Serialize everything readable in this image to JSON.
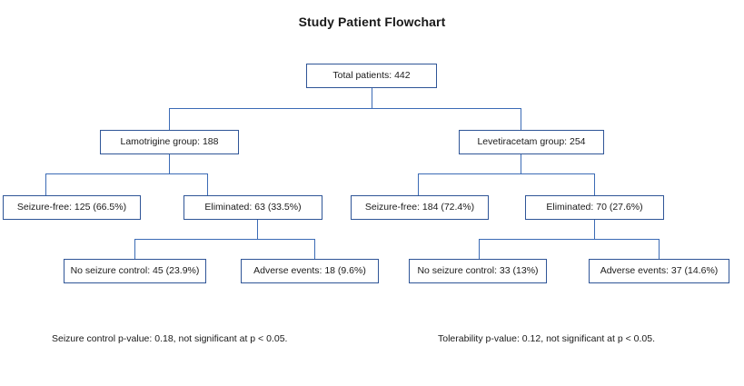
{
  "chart_data": {
    "type": "diagram",
    "title": "Study Patient Flowchart",
    "levels": [
      [
        "Total patients: 442"
      ],
      [
        "Lamotrigine group: 188",
        "Levetiracetam group: 254"
      ],
      [
        "Seizure-free: 125 (66.5%)",
        "Eliminated: 63 (33.5%)",
        "Seizure-free: 184 (72.4%)",
        "Eliminated: 70 (27.6%)"
      ],
      [
        "No seizure control: 45 (23.9%)",
        "Adverse events: 18 (9.6%)",
        "No seizure control: 33 (13%)",
        "Adverse events: 37 (14.6%)"
      ]
    ]
  },
  "title": "Study Patient Flowchart",
  "nodes": {
    "root": {
      "label": "Total patients: 442"
    },
    "lamotrigine": {
      "label": "Lamotrigine group: 188"
    },
    "levetiracetam": {
      "label": "Levetiracetam group: 254"
    },
    "lam_seizure_free": {
      "label": "Seizure-free: 125 (66.5%)"
    },
    "lam_eliminated": {
      "label": "Eliminated: 63 (33.5%)"
    },
    "lev_seizure_free": {
      "label": "Seizure-free: 184 (72.4%)"
    },
    "lev_eliminated": {
      "label": "Eliminated: 70 (27.6%)"
    },
    "lam_no_seizure_control": {
      "label": "No seizure control: 45 (23.9%)"
    },
    "lam_adverse_events": {
      "label": "Adverse events: 18 (9.6%)"
    },
    "lev_no_seizure_control": {
      "label": "No seizure control: 33 (13%)"
    },
    "lev_adverse_events": {
      "label": "Adverse events: 37 (14.6%)"
    }
  },
  "footnotes": {
    "seizure_control": "Seizure control p-value: 0.18, not significant at p < 0.05.",
    "tolerability": "Tolerability p-value: 0.12, not significant at p < 0.05."
  },
  "colors": {
    "border": "#2f5597",
    "connector": "#3b6bb5",
    "text": "#1a1a1a",
    "background": "#ffffff"
  }
}
